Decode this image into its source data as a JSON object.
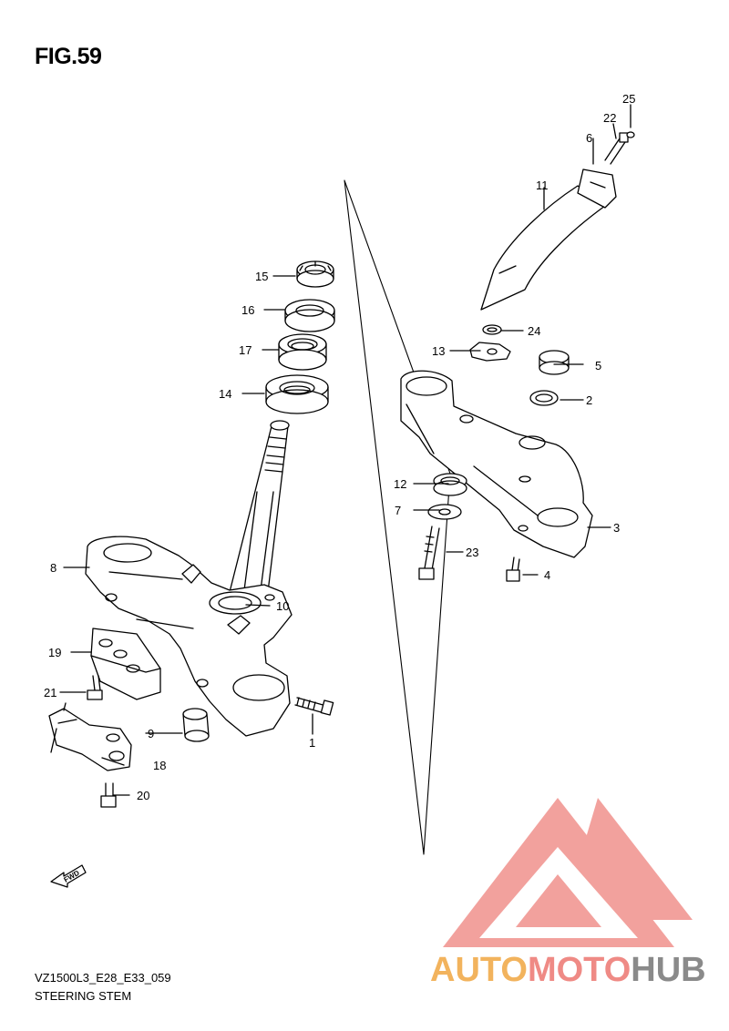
{
  "figure": {
    "title": "FIG.59",
    "model_code": "VZ1500L3_E28_E33_059",
    "section_name": "STEERING STEM"
  },
  "callouts": [
    {
      "number": "1"
    },
    {
      "number": "2"
    },
    {
      "number": "3"
    },
    {
      "number": "4"
    },
    {
      "number": "5"
    },
    {
      "number": "6"
    },
    {
      "number": "7"
    },
    {
      "number": "8"
    },
    {
      "number": "9"
    },
    {
      "number": "10"
    },
    {
      "number": "11"
    },
    {
      "number": "12"
    },
    {
      "number": "13"
    },
    {
      "number": "14"
    },
    {
      "number": "15"
    },
    {
      "number": "16"
    },
    {
      "number": "17"
    },
    {
      "number": "18"
    },
    {
      "number": "19"
    },
    {
      "number": "20"
    },
    {
      "number": "21"
    },
    {
      "number": "22"
    },
    {
      "number": "23"
    },
    {
      "number": "24"
    },
    {
      "number": "25"
    }
  ],
  "fwd_arrow_text": "FWD",
  "watermark": {
    "part1": "AUTO",
    "part2": "MOTO",
    "part3": "HUB",
    "colors": {
      "orange": "#f2b35d",
      "red": "#ef8a85",
      "gray": "#8a8a8a"
    }
  }
}
